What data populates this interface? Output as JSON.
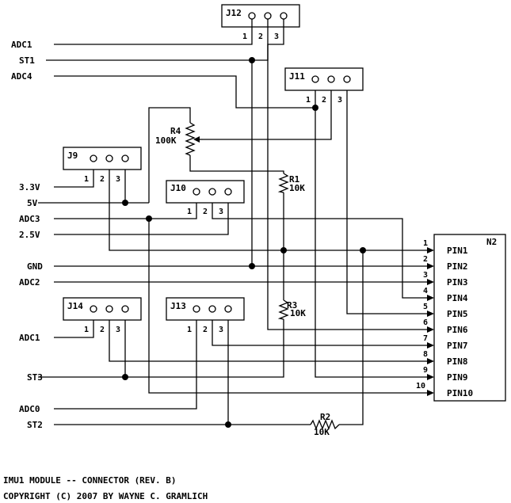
{
  "connectors": {
    "j12": {
      "name": "J12",
      "pins": [
        "1",
        "2",
        "3"
      ]
    },
    "j11": {
      "name": "J11",
      "pins": [
        "1",
        "2",
        "3"
      ]
    },
    "j9": {
      "name": "J9",
      "pins": [
        "1",
        "2",
        "3"
      ]
    },
    "j10": {
      "name": "J10",
      "pins": [
        "1",
        "2",
        "3"
      ]
    },
    "j14": {
      "name": "J14",
      "pins": [
        "1",
        "2",
        "3"
      ]
    },
    "j13": {
      "name": "J13",
      "pins": [
        "1",
        "2",
        "3"
      ]
    }
  },
  "resistors": {
    "r4": {
      "name": "R4",
      "value": "100K"
    },
    "r1": {
      "name": "R1",
      "value": "10K"
    },
    "r3": {
      "name": "R3",
      "value": "10K"
    },
    "r2": {
      "name": "R2",
      "value": "10K"
    }
  },
  "signals": {
    "adc1_top": "ADC1",
    "st1": "ST1",
    "adc4": "ADC4",
    "v33": "3.3V",
    "v5": "5V",
    "adc3": "ADC3",
    "v25": "2.5V",
    "gnd": "GND",
    "adc2": "ADC2",
    "adc1_bottom": "ADC1",
    "st3": "ST3",
    "adc0": "ADC0",
    "st2": "ST2"
  },
  "n2": {
    "name": "N2",
    "wire_numbers": [
      "1",
      "2",
      "3",
      "4",
      "5",
      "6",
      "7",
      "8",
      "9",
      "10"
    ],
    "pins": [
      "PIN1",
      "PIN2",
      "PIN3",
      "PIN4",
      "PIN5",
      "PIN6",
      "PIN7",
      "PIN8",
      "PIN9",
      "PIN10"
    ]
  },
  "footer": {
    "title": "IMU1 MODULE -- CONNECTOR (REV. B)",
    "copyright": "COPYRIGHT (C) 2007 BY WAYNE C. GRAMLICH"
  }
}
